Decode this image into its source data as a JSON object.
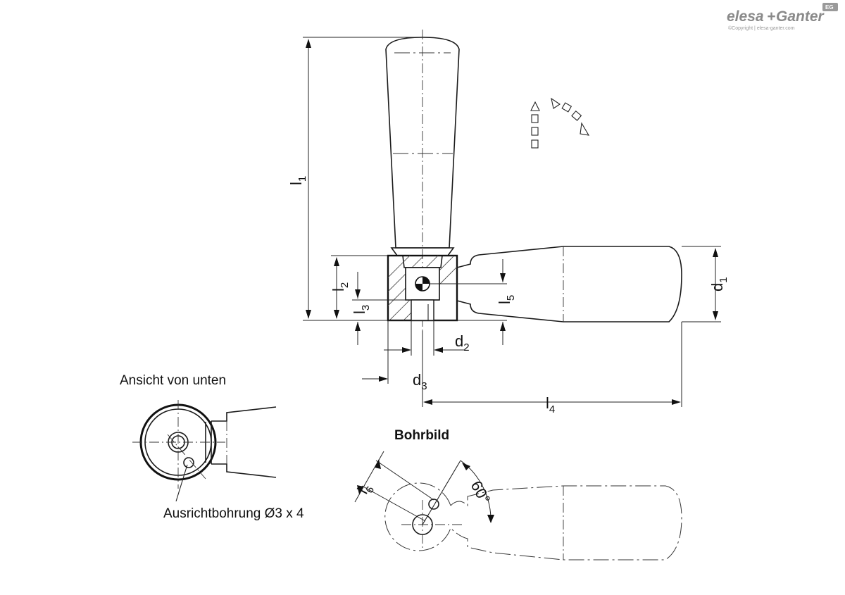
{
  "logo": {
    "brand_left": "elesa",
    "plus": "+",
    "brand_right": "Ganter",
    "badge": "EG",
    "copyright": "©Copyright | elesa-ganter.com"
  },
  "dimensions": {
    "l1": {
      "main": "l",
      "sub": "1"
    },
    "l2": {
      "main": "l",
      "sub": "2"
    },
    "l3": {
      "main": "l",
      "sub": "3"
    },
    "l4": {
      "main": "l",
      "sub": "4"
    },
    "l5": {
      "main": "l",
      "sub": "5"
    },
    "l6": {
      "main": "l",
      "sub": "6"
    },
    "d1": {
      "main": "d",
      "sub": "1"
    },
    "d2": {
      "main": "d",
      "sub": "2"
    },
    "d3": {
      "main": "d",
      "sub": "3"
    },
    "angle": "60°"
  },
  "captions": {
    "bottom_view": "Ansicht von unten",
    "alignment_hole": "Ausrichtbohrung Ø3 x 4",
    "drill_pattern": "Bohrbild"
  }
}
